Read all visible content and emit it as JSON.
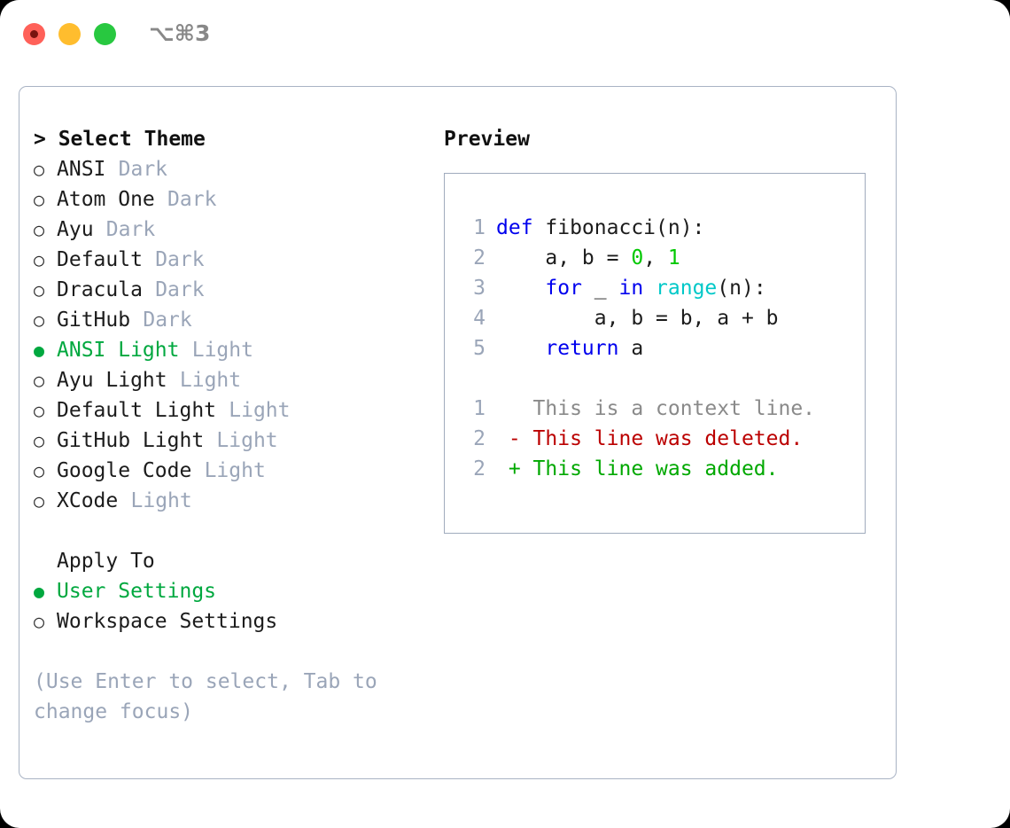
{
  "window": {
    "shortcut_label": "⌥⌘3",
    "traffic_lights": [
      {
        "name": "close",
        "color": "#ff6159"
      },
      {
        "name": "minimize",
        "color": "#ffbd2e"
      },
      {
        "name": "maximize",
        "color": "#28c840"
      }
    ]
  },
  "theme_picker": {
    "header": "> Select Theme",
    "selected_marker": "●",
    "unselected_marker": "○",
    "accent_color": "#00a83f",
    "muted_color": "#9aa5b8",
    "items": [
      {
        "name": "ANSI",
        "kind": "Dark",
        "selected": false
      },
      {
        "name": "Atom One",
        "kind": "Dark",
        "selected": false
      },
      {
        "name": "Ayu",
        "kind": "Dark",
        "selected": false
      },
      {
        "name": "Default",
        "kind": "Dark",
        "selected": false
      },
      {
        "name": "Dracula",
        "kind": "Dark",
        "selected": false
      },
      {
        "name": "GitHub",
        "kind": "Dark",
        "selected": false
      },
      {
        "name": "ANSI Light",
        "kind": "Light",
        "selected": true
      },
      {
        "name": "Ayu Light",
        "kind": "Light",
        "selected": false
      },
      {
        "name": "Default Light",
        "kind": "Light",
        "selected": false
      },
      {
        "name": "GitHub Light",
        "kind": "Light",
        "selected": false
      },
      {
        "name": "Google Code",
        "kind": "Light",
        "selected": false
      },
      {
        "name": "XCode",
        "kind": "Light",
        "selected": false
      }
    ]
  },
  "apply_to": {
    "title": "Apply To",
    "options": [
      {
        "label": "User Settings",
        "selected": true
      },
      {
        "label": "Workspace Settings",
        "selected": false
      }
    ]
  },
  "hint": "(Use Enter to select, Tab to change focus)",
  "preview": {
    "title": "Preview",
    "code_lines": [
      {
        "number": "1",
        "tokens": [
          {
            "text": "def",
            "type": "kw"
          },
          {
            "text": " fibonacci(n):",
            "type": "txt"
          }
        ]
      },
      {
        "number": "2",
        "tokens": [
          {
            "text": "    a, b = ",
            "type": "txt"
          },
          {
            "text": "0",
            "type": "num"
          },
          {
            "text": ", ",
            "type": "txt"
          },
          {
            "text": "1",
            "type": "num"
          }
        ]
      },
      {
        "number": "3",
        "tokens": [
          {
            "text": "    ",
            "type": "txt"
          },
          {
            "text": "for",
            "type": "kw"
          },
          {
            "text": " _ ",
            "type": "txt"
          },
          {
            "text": "in",
            "type": "kw"
          },
          {
            "text": " ",
            "type": "txt"
          },
          {
            "text": "range",
            "type": "fn"
          },
          {
            "text": "(n):",
            "type": "txt"
          }
        ]
      },
      {
        "number": "4",
        "tokens": [
          {
            "text": "        a, b = b, a + b",
            "type": "txt"
          }
        ]
      },
      {
        "number": "5",
        "tokens": [
          {
            "text": "    ",
            "type": "txt"
          },
          {
            "text": "return",
            "type": "kw"
          },
          {
            "text": " a",
            "type": "txt"
          }
        ]
      }
    ],
    "diff_lines": [
      {
        "number": "1",
        "marker": " ",
        "text": "This is a context line.",
        "kind": "ctx"
      },
      {
        "number": "2",
        "marker": "-",
        "text": "This line was deleted.",
        "kind": "del"
      },
      {
        "number": "2",
        "marker": "+",
        "text": "This line was added.",
        "kind": "add"
      }
    ]
  }
}
